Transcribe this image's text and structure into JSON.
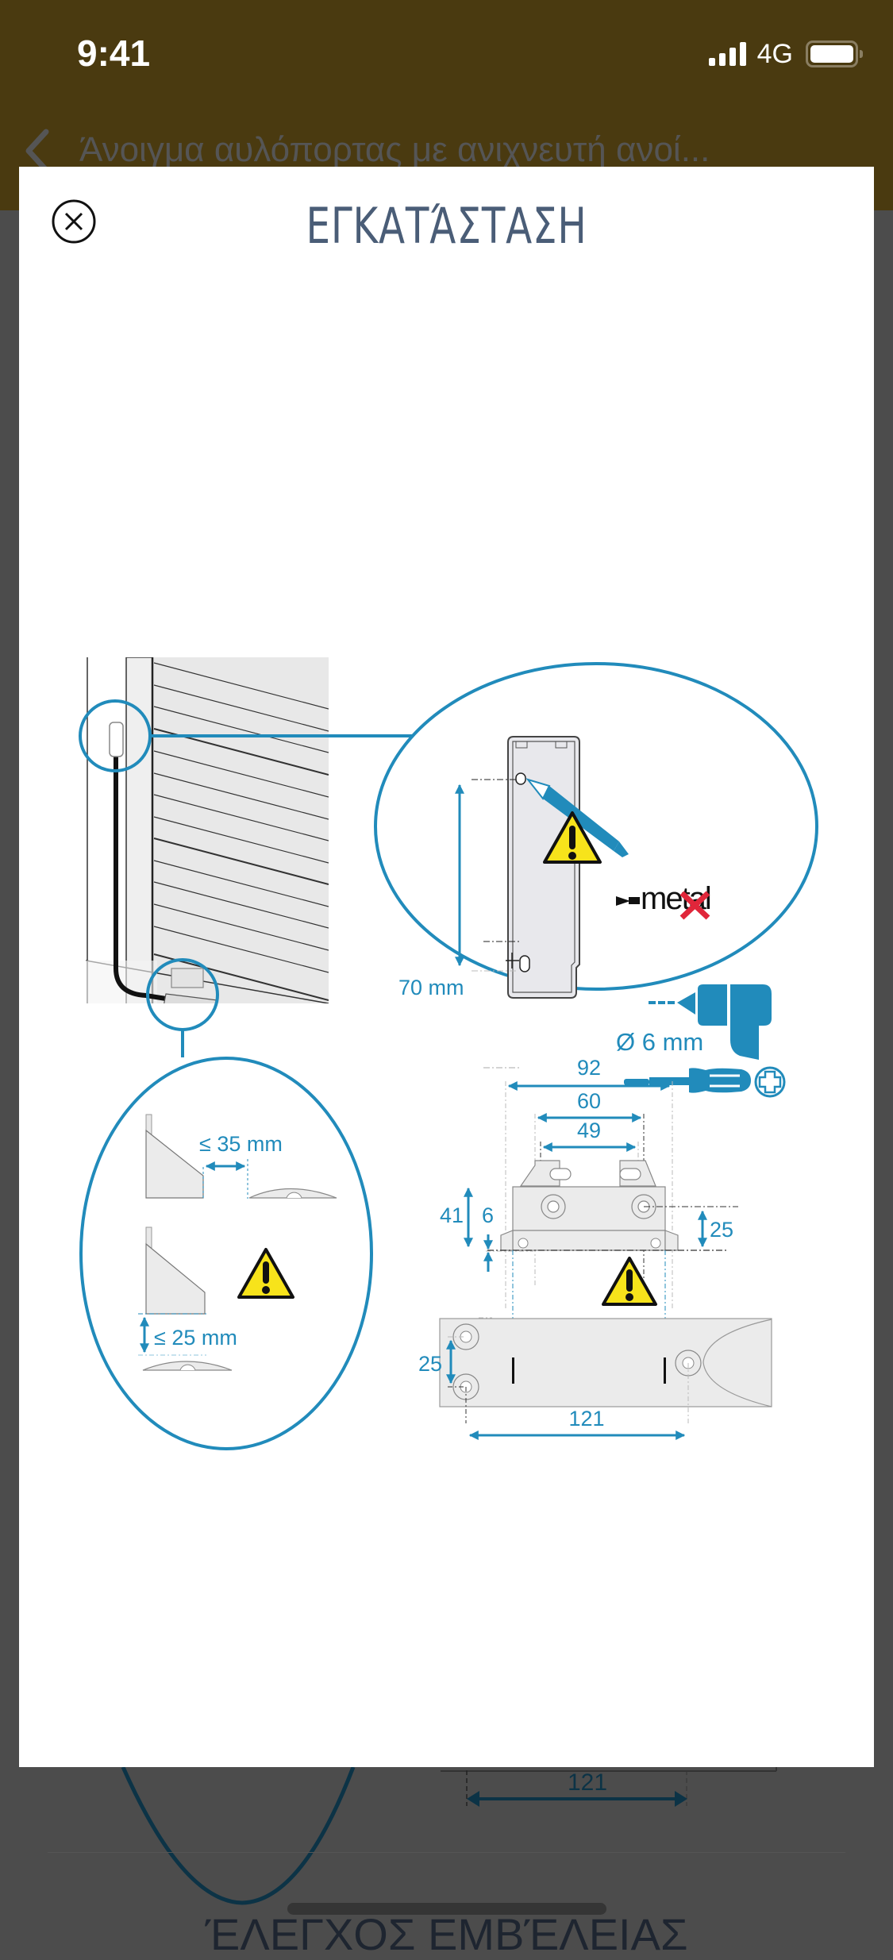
{
  "status_bar": {
    "time": "9:41",
    "network": "4G",
    "icons": [
      "signal-icon",
      "battery-icon"
    ]
  },
  "nav": {
    "back_icon": "chevron-left-icon",
    "title": "Άνοιγμα αυλόπορτας με ανιχνευτή ανοί..."
  },
  "background_page": {
    "section_heading": "ΈΛΕΓΧΟΣ ΕΜΒΈΛΕΙΑΣ",
    "dimension_label": "121"
  },
  "modal": {
    "title": "ΕΓΚΑΤΆΣΤΑΣΗ",
    "close_icon": "close-circle-icon",
    "diagram": {
      "colors": {
        "accent": "#218bbb",
        "warning": "#f7e31b",
        "forbidden": "#e0263a",
        "part_fill": "#ebebeb"
      },
      "top_detail": {
        "hole_spacing": "70 mm",
        "drill_diameter": "Ø 6 mm",
        "forbidden_surface": "metal"
      },
      "gap_detail": {
        "max_gap_horizontal": "≤ 35 mm",
        "max_gap_vertical": "≤ 25 mm"
      },
      "bracket_dimensions": {
        "overall_width": "92",
        "slot_outer": "60",
        "slot_inner": "49",
        "height_total": "41",
        "base_offset": "6",
        "hole_height": "25"
      },
      "sensor_dimensions": {
        "hole_vertical_spacing": "25",
        "hole_horizontal_spacing": "121"
      }
    }
  },
  "colors": {
    "top_bar": "#4a3a10",
    "overlay": "#4c4c4c",
    "title": "#4a5d77"
  }
}
